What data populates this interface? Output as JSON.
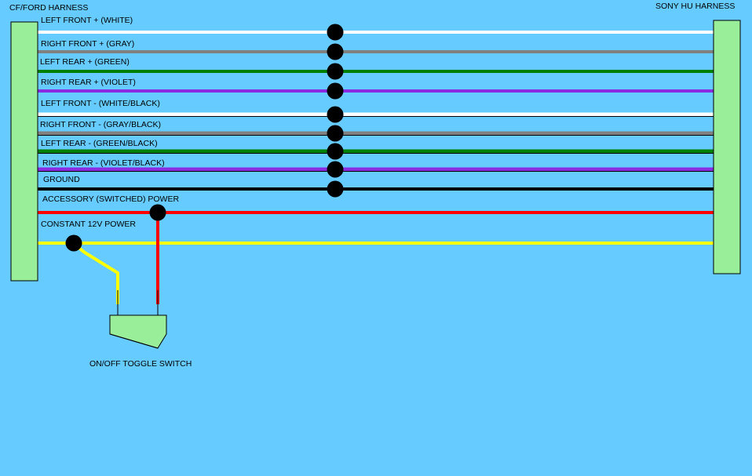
{
  "left_harness": {
    "label": "CF/FORD HARNESS"
  },
  "right_harness": {
    "label": "SONY HU HARNESS"
  },
  "switch": {
    "label": "ON/OFF TOGGLE SWITCH"
  },
  "colors": {
    "background": "#66ccff",
    "connector": "#99ee99",
    "white": "#ffffff",
    "gray": "#808080",
    "green": "#008000",
    "violet": "#8a2be2",
    "black": "#000000",
    "red": "#ff0000",
    "yellow": "#ffff00"
  },
  "wires": [
    {
      "id": "left-front-plus",
      "label": "LEFT  FRONT + (WHITE)",
      "color": "white",
      "spliced": true
    },
    {
      "id": "right-front-plus",
      "label": "RIGHT FRONT + (GRAY)",
      "color": "gray",
      "spliced": true
    },
    {
      "id": "left-rear-plus",
      "label": "LEFT REAR + (GREEN)",
      "color": "green",
      "spliced": true
    },
    {
      "id": "right-rear-plus",
      "label": "RIGHT REAR + (VIOLET)",
      "color": "violet",
      "spliced": true
    },
    {
      "id": "left-front-minus",
      "label": "LEFT FRONT - (WHITE/BLACK)",
      "color": "white",
      "stripe": "black",
      "spliced": true
    },
    {
      "id": "right-front-minus",
      "label": "RIGHT FRONT - (GRAY/BLACK)",
      "color": "gray",
      "stripe": "black",
      "spliced": true
    },
    {
      "id": "left-rear-minus",
      "label": "LEFT REAR - (GREEN/BLACK)",
      "color": "green",
      "stripe": "black",
      "spliced": true
    },
    {
      "id": "right-rear-minus",
      "label": "RIGHT REAR - (VIOLET/BLACK)",
      "color": "violet",
      "stripe": "black",
      "spliced": true
    },
    {
      "id": "ground",
      "label": "GROUND",
      "color": "black",
      "spliced": true
    },
    {
      "id": "accessory-power",
      "label": "ACCESSORY (SWITCHED) POWER",
      "color": "red",
      "spliced": false
    },
    {
      "id": "constant-power",
      "label": "CONSTANT 12V POWER",
      "color": "yellow",
      "spliced": false
    }
  ]
}
